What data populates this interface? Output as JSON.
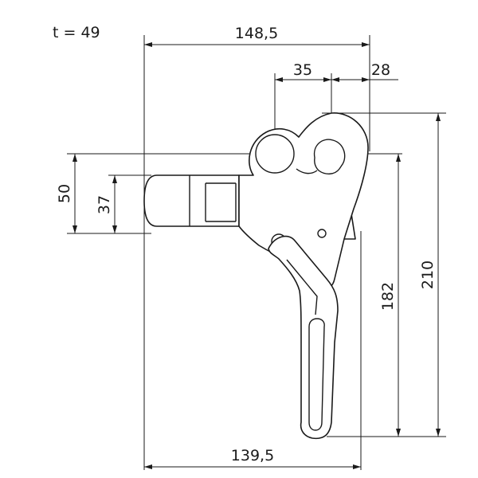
{
  "drawing": {
    "thickness_label": "t = 49",
    "dimensions": {
      "overall_width": "148,5",
      "hole_spacing": "35",
      "hole_offset": "28",
      "bottom_width": "139,5",
      "height_total": "210",
      "height_inner": "182",
      "jaw_outer": "50",
      "jaw_inner": "37"
    }
  }
}
